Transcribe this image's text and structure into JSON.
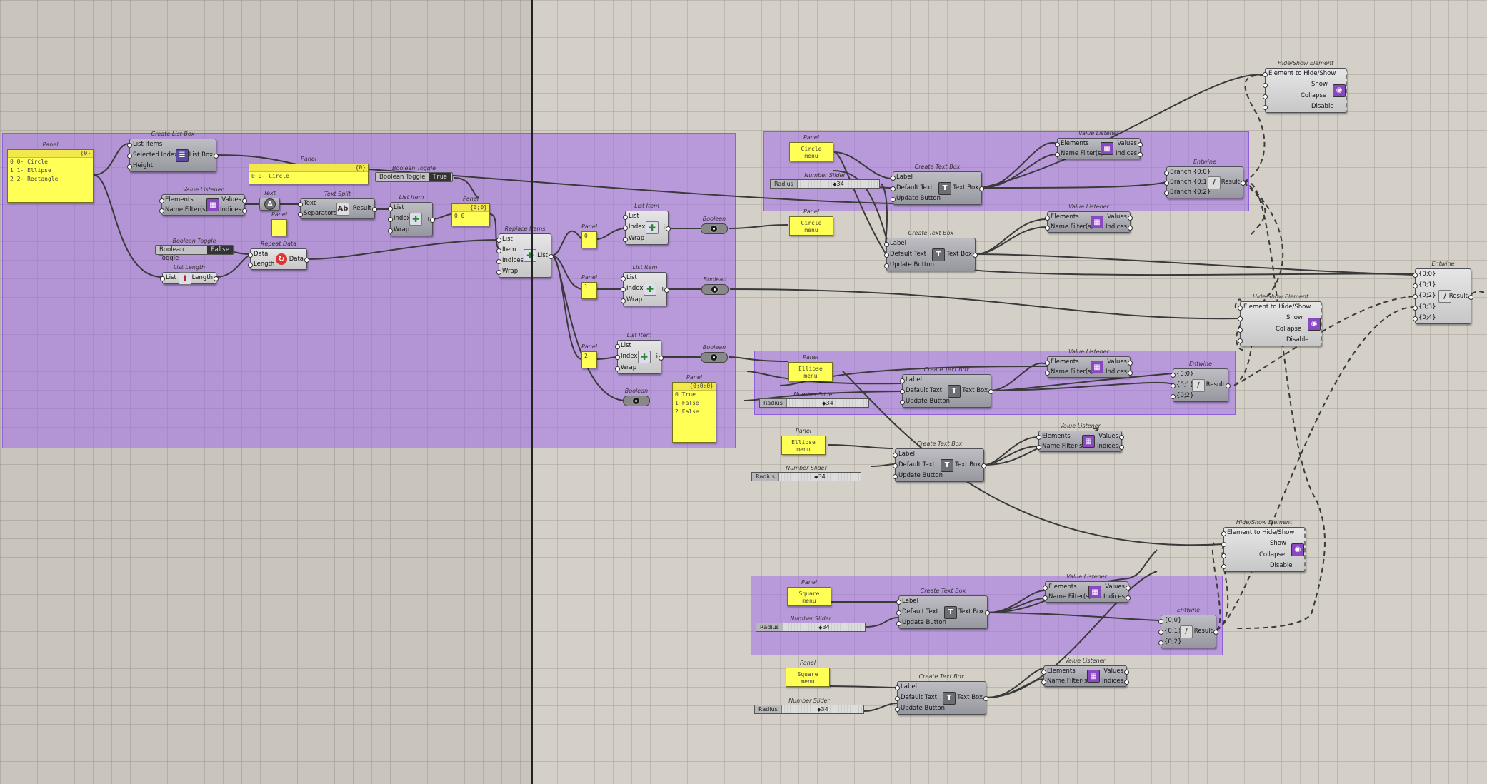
{
  "canvas": {
    "background": "#d4d0c8",
    "group_color": "#a06eeb",
    "panel_color": "#ffff55"
  },
  "titles": {
    "panel": "Panel",
    "create_list_box": "Create List Box",
    "value_listener": "Value Listener",
    "text": "Text",
    "text_split": "Text Split",
    "list_item": "List Item",
    "boolean_toggle": "Boolean Toggle",
    "repeat_data": "Repeat Data",
    "list_length": "List Length",
    "replace_items": "Replace Items",
    "boolean": "Boolean",
    "number_slider": "Number Slider",
    "create_text_box": "Create Text Box",
    "entwine": "Entwine",
    "hide_show": "Hide/Show Element"
  },
  "ports": {
    "list_items": "List Items",
    "selected_index": "Selected Index",
    "height": "Height",
    "list_box": "List Box",
    "elements": "Elements",
    "name_filters": "Name Filter(s)",
    "values": "Values",
    "indices": "Indices",
    "text": "Text",
    "separators": "Separators",
    "result": "Result",
    "list": "List",
    "index": "Index",
    "wrap": "Wrap",
    "i": "i",
    "item": "Item",
    "data": "Data",
    "length": "Length",
    "label": "Label",
    "default_text": "Default Text",
    "update_button": "Update Button",
    "text_box": "Text Box",
    "branch_0": "Branch {0;0}",
    "branch_1": "Branch {0;1}",
    "branch_2": "Branch {0;2}",
    "b00": "{0;0}",
    "b01": "{0;1}",
    "b02": "{0;2}",
    "b03": "{0;3}",
    "b04": "{0;4}",
    "element_to_hide": "Element to Hide/Show",
    "show": "Show",
    "collapse": "Collapse",
    "disable": "Disable"
  },
  "toggles": {
    "label": "Boolean Toggle",
    "value_true": "True",
    "value_false": "False"
  },
  "sliders": {
    "label": "Radius",
    "value": "34"
  },
  "panels": {
    "shapes": {
      "header": "{0}",
      "lines": [
        "0 0- Circle",
        "1 1- Ellipse",
        "2 2- Rectangle"
      ]
    },
    "selected": {
      "header": "{0}",
      "lines": [
        "0 0- Circle"
      ]
    },
    "text_out": "",
    "index_small": "",
    "path_panel": {
      "header": "{0;0}",
      "lines": [
        "0 0"
      ]
    },
    "idx0": "0",
    "idx1": "1",
    "idx2": "2",
    "bools": {
      "header": "{0;0;0}",
      "lines": [
        "0 True",
        "1 False",
        "2 False"
      ]
    },
    "circle_menu_a": "Circle\nmenu",
    "circle_menu_b": "Circle\nmenu",
    "ellipse_menu_a": "Ellipse\nmenu",
    "ellipse_menu_b": "Ellipse\nmenu",
    "square_menu_a": "Square\nmenu",
    "square_menu_b": "Square\nmenu"
  }
}
